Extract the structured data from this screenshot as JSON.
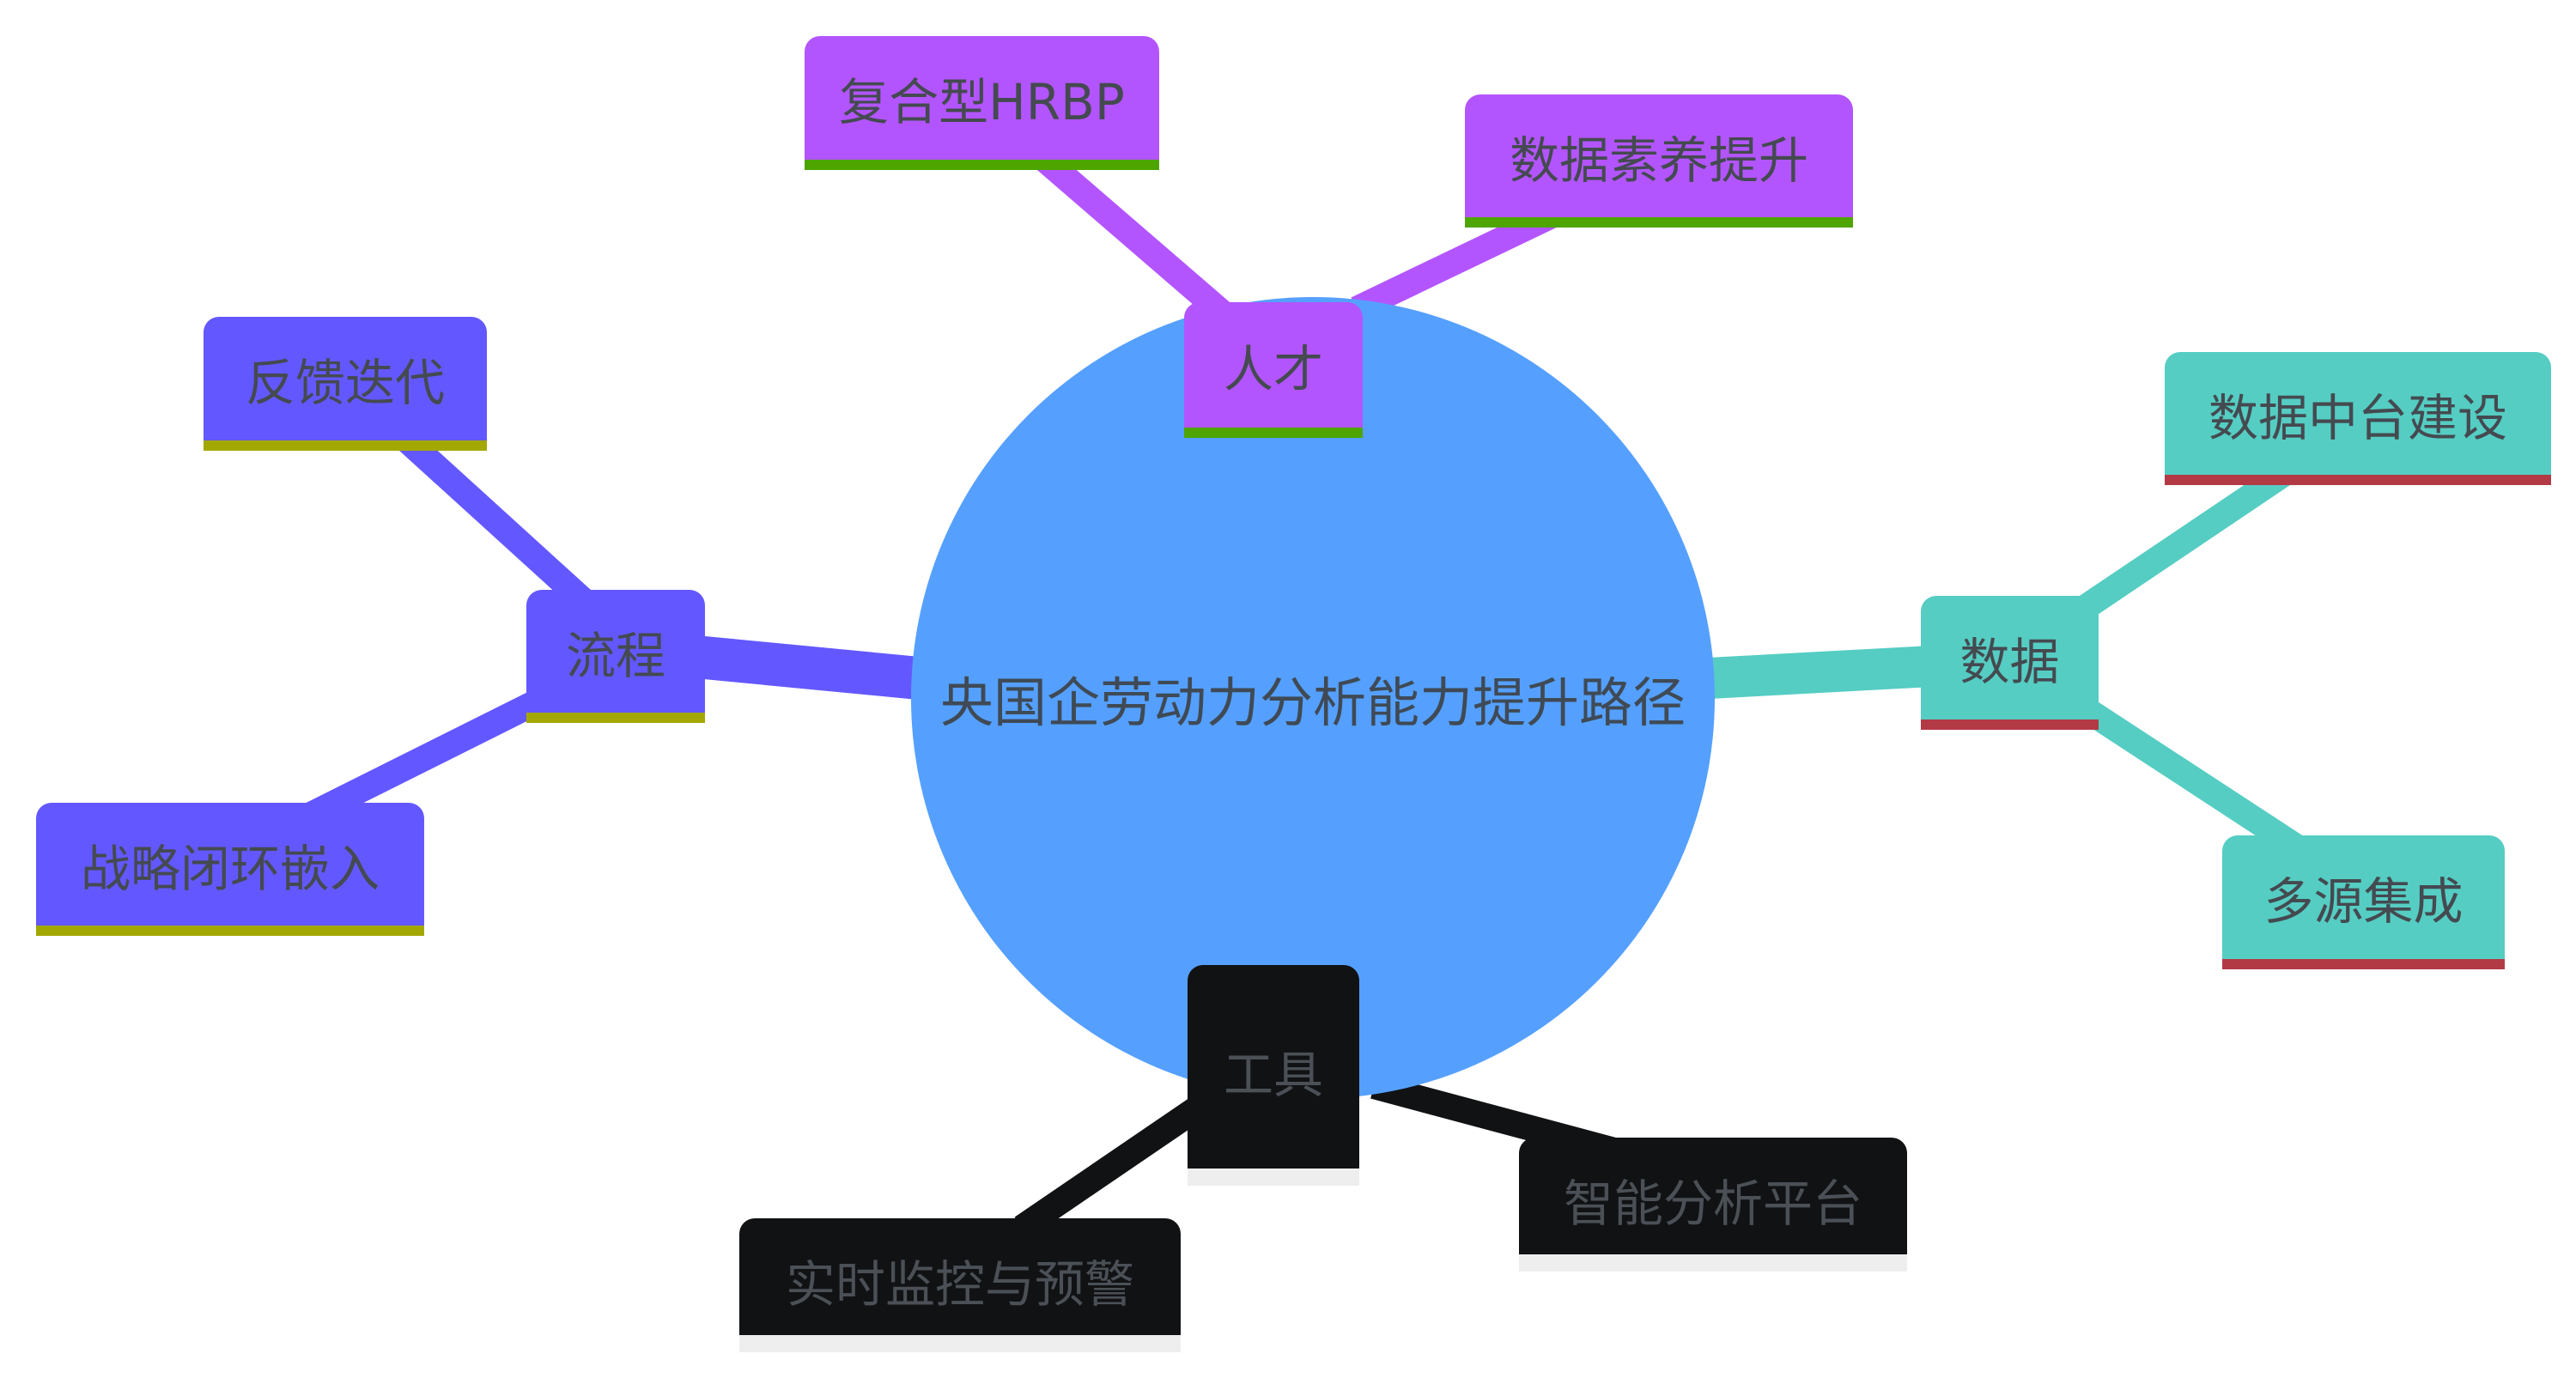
{
  "title": "央国企劳动力分析能力提升路径",
  "branches": {
    "talent": {
      "label": "人才",
      "children": [
        "复合型HRBP",
        "数据素养提升"
      ],
      "color": "#b355ff"
    },
    "data": {
      "label": "数据",
      "children": [
        "数据中台建设",
        "多源集成"
      ],
      "color": "#55cdc3"
    },
    "process": {
      "label": "流程",
      "children": [
        "反馈迭代",
        "战略闭环嵌入"
      ],
      "color": "#6358ff"
    },
    "tools": {
      "label": "工具",
      "children": [
        "智能分析平台",
        "实时监控与预警"
      ],
      "color": "#111214"
    }
  },
  "root_color": "#55a0ff"
}
